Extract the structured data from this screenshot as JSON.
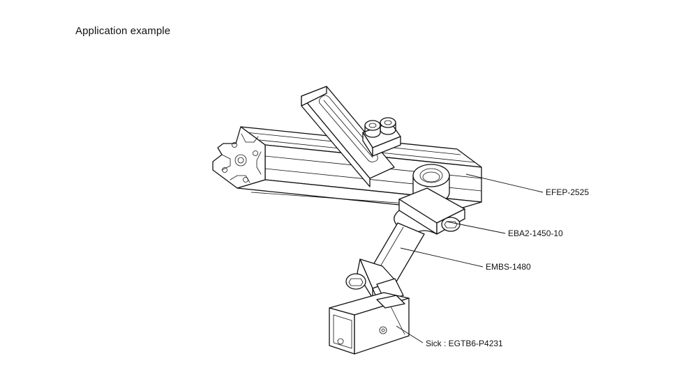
{
  "header": {
    "title": "Application example"
  },
  "callouts": [
    {
      "id": "efep",
      "label": "EFEP-2525"
    },
    {
      "id": "eba2",
      "label": "EBA2-1450-10"
    },
    {
      "id": "embs",
      "label": "EMBS-1480"
    },
    {
      "id": "sick",
      "label": "Sick : EGTB6-P4231"
    }
  ]
}
